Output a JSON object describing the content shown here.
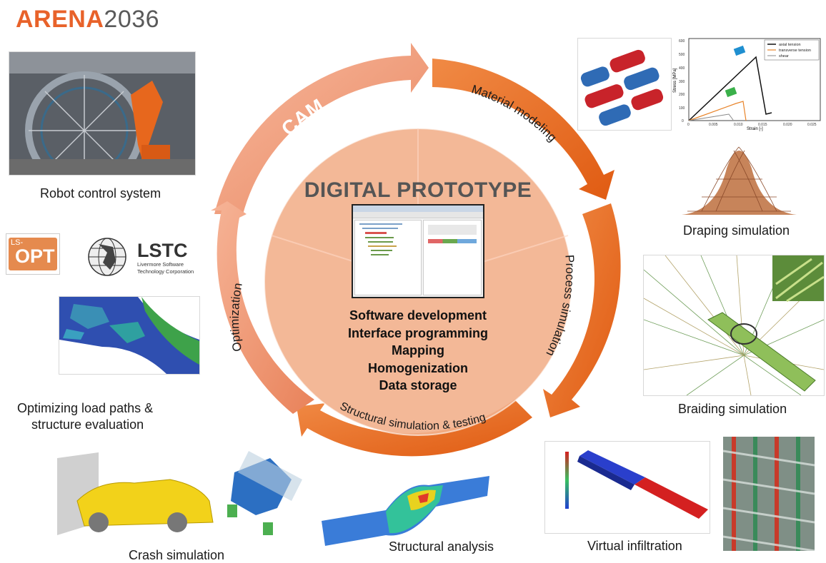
{
  "logo": {
    "brand_orange": "ARENA",
    "brand_gray": "2036"
  },
  "center": {
    "title": "DIGITAL  PROTOTYPE",
    "items": [
      "Software development",
      "Interface programming",
      "Mapping",
      "Homogenization",
      "Data storage"
    ]
  },
  "cycle": {
    "cam": "CAM",
    "material": "Material modeling",
    "process": "Process simulation",
    "structural": "Structural simulation & testing",
    "optimization": "Optimization"
  },
  "captions": {
    "robot": "Robot control system",
    "draping": "Draping simulation",
    "braiding": "Braiding simulation",
    "optimizing_1": "Optimizing load paths &",
    "optimizing_2": "structure evaluation",
    "crash": "Crash simulation",
    "structural_analysis": "Structural analysis",
    "infiltration": "Virtual infiltration"
  },
  "logos": {
    "lsopt_small": "LS-",
    "lsopt_big": "OPT",
    "lstc": "LSTC",
    "lstc_sub1": "Livermore Software",
    "lstc_sub2": "Technology Corporation"
  },
  "stress_chart": {
    "ylabel": "Stress [MPa]",
    "xlabel": "Strain [-]",
    "legend": [
      "axial tension",
      "transverse tension",
      "shear"
    ],
    "yticks": [
      "0",
      "100",
      "200",
      "300",
      "400",
      "500",
      "600"
    ],
    "xticks": [
      "0",
      "0.005",
      "0.010",
      "0.015",
      "0.020",
      "0.025"
    ]
  },
  "colors": {
    "orange_dark": "#e8621f",
    "orange_mid": "#ee8a5c",
    "orange_light": "#f3a98a",
    "center_fill": "#f2b08c"
  }
}
